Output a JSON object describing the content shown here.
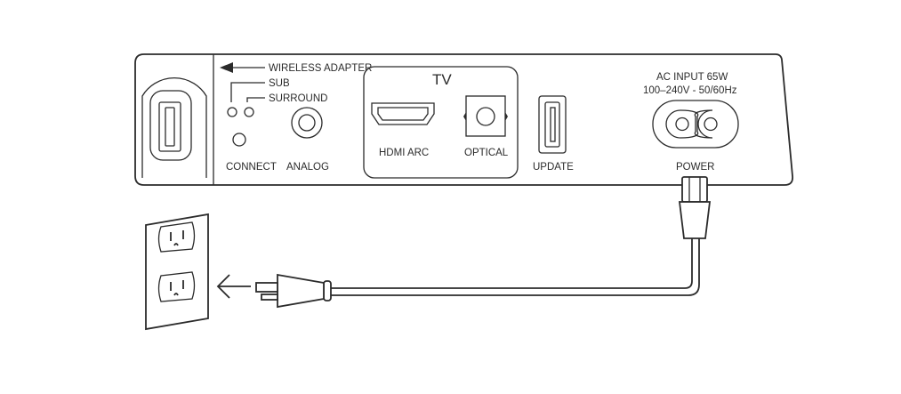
{
  "device_panel": {
    "arrow_label": "WIRELESS ADAPTER",
    "sub_label": "SUB",
    "surround_label": "SURROUND",
    "connect_label": "CONNECT",
    "analog_label": "ANALOG"
  },
  "tv_group": {
    "title": "TV",
    "hdmi_label": "HDMI ARC",
    "optical_label": "OPTICAL"
  },
  "update_label": "UPDATE",
  "power": {
    "spec_line1": "AC INPUT 65W",
    "spec_line2": "100–240V - 50/60Hz",
    "label": "POWER"
  },
  "colors": {
    "stroke": "#2b2b2b",
    "background": "#ffffff"
  }
}
